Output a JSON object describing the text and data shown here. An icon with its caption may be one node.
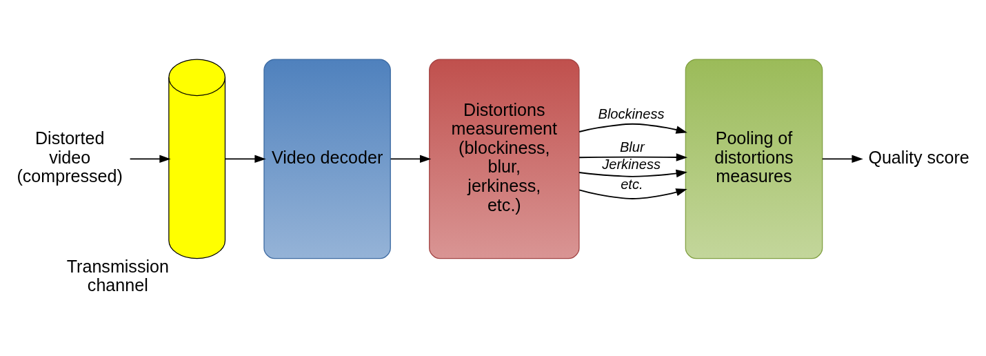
{
  "diagram": {
    "nodes": [
      {
        "text": [
          "Distorted video (compressed)"
        ]
      },
      {
        "text": [
          "Transmission channel"
        ]
      },
      {
        "text": [
          "Video decoder"
        ]
      },
      {
        "text": [
          "Distortions measurement (blockiness, blur, jerkiness, etc.)"
        ]
      },
      {
        "text": [
          "Pooling of distortions measures"
        ]
      },
      {
        "text": [
          "Quality score"
        ]
      }
    ],
    "edges": [
      {
        "from": 0,
        "to": 1,
        "arrow": "to"
      },
      {
        "from": 1,
        "to": 2,
        "arrow": "to"
      },
      {
        "from": 2,
        "to": 3,
        "arrow": "to"
      },
      {
        "from": 3,
        "to": 4,
        "arrow": "to",
        "label": "Blockiness"
      },
      {
        "from": 3,
        "to": 4,
        "arrow": "to",
        "label": "Blur"
      },
      {
        "from": 3,
        "to": 4,
        "arrow": "to",
        "label": "Jerkiness"
      },
      {
        "from": 3,
        "to": 4,
        "arrow": "to",
        "label": "etc."
      },
      {
        "from": 4,
        "to": 5,
        "arrow": "to"
      }
    ]
  }
}
